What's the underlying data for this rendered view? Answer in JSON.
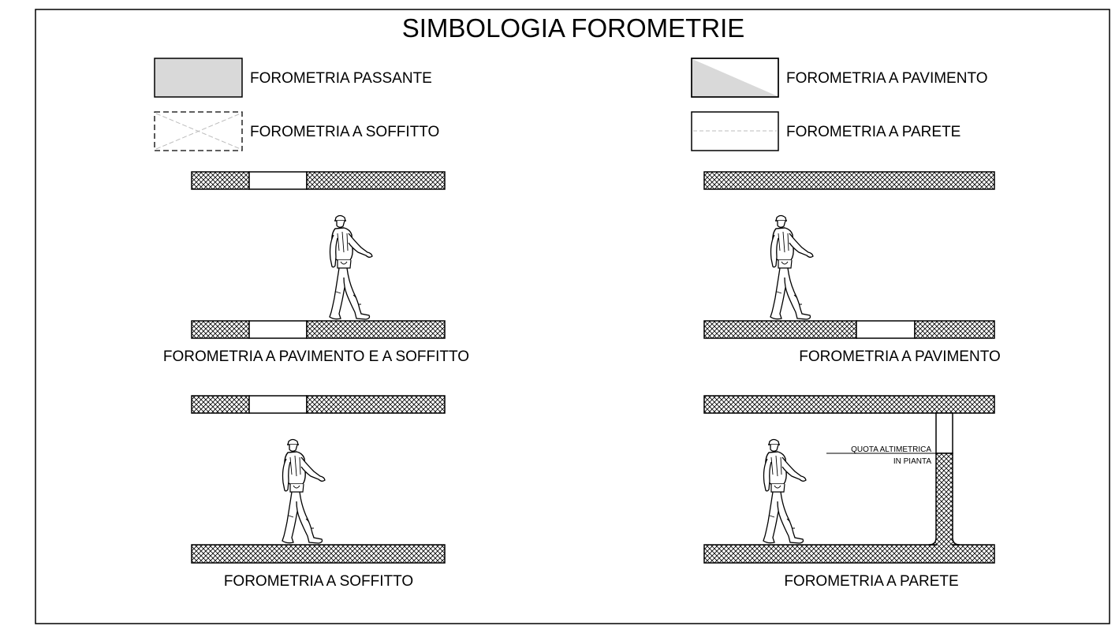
{
  "title": "SIMBOLOGIA FOROMETRIE",
  "legend": {
    "passante": "FOROMETRIA PASSANTE",
    "soffitto": "FOROMETRIA A SOFFITTO",
    "pavimento": "FOROMETRIA A PAVIMENTO",
    "parete": "FOROMETRIA A PARETE"
  },
  "sections": {
    "pavimento_soffitto": "FOROMETRIA A PAVIMENTO E A SOFFITTO",
    "pavimento": "FOROMETRIA A PAVIMENTO",
    "soffitto": "FOROMETRIA A SOFFITTO",
    "parete": "FOROMETRIA A PARETE"
  },
  "annotation": {
    "line1": "QUOTA ALTIMETRICA",
    "line2": "IN PIANTA"
  },
  "colors": {
    "fill_grey": "#d9d9d9",
    "stroke": "#000000",
    "hatch": "#000000"
  }
}
